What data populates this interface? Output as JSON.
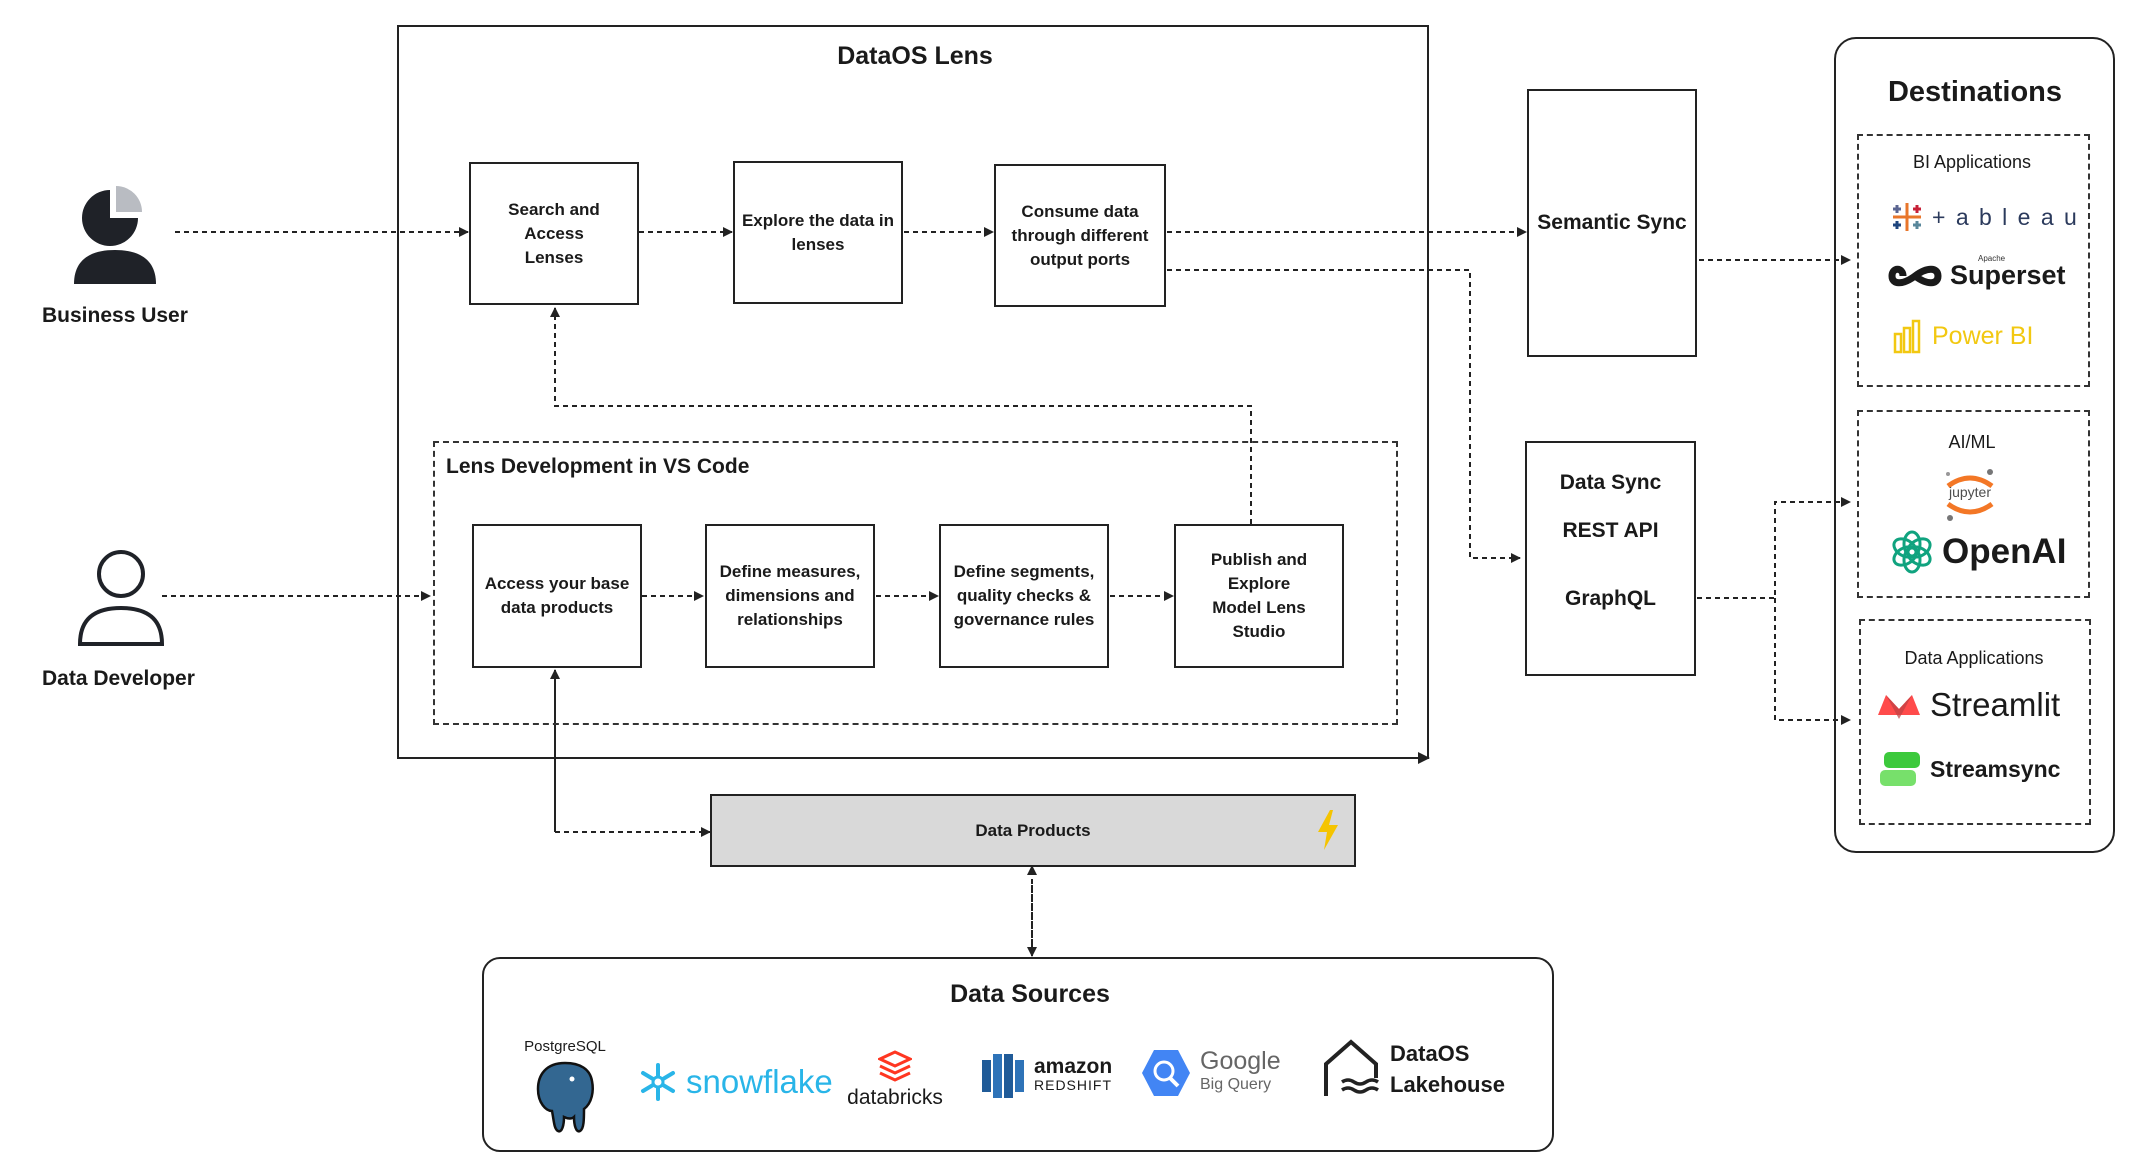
{
  "actors": {
    "business_user": "Business User",
    "data_developer": "Data Developer"
  },
  "lens": {
    "title": "DataOS Lens",
    "consume_flow": [
      "Search and Access\nLenses",
      "Explore the data in\nlenses",
      "Consume data\nthrough different\noutput ports"
    ],
    "dev_title": "Lens Development in VS Code",
    "dev_flow": [
      "Access your base\ndata products",
      "Define measures,\ndimensions and\nrelationships",
      "Define segments,\nquality checks &\ngovernance rules",
      "Publish and Explore\nModel Lens\nStudio"
    ]
  },
  "semantic_sync": "Semantic Sync",
  "data_sync": {
    "title": "Data Sync",
    "items": [
      "REST API",
      "GraphQL"
    ]
  },
  "data_products": "Data Products",
  "data_sources": {
    "title": "Data Sources",
    "items": {
      "postgres": "PostgreSQL",
      "snowflake": "snowflake",
      "databricks": "databricks",
      "redshift_top": "amazon",
      "redshift_bottom": "REDSHIFT",
      "bigquery_top": "Google",
      "bigquery_bottom": "Big Query",
      "lakehouse": "DataOS\nLakehouse"
    }
  },
  "destinations": {
    "title": "Destinations",
    "groups": [
      {
        "label": "BI Applications",
        "items": [
          "+ a b l e a u",
          "Superset",
          "Power BI"
        ],
        "superset_tag": "Apache"
      },
      {
        "label": "AI/ML",
        "items": [
          "jupyter",
          "OpenAI"
        ]
      },
      {
        "label": "Data Applications",
        "items": [
          "Streamlit",
          "Streamsync"
        ]
      }
    ]
  },
  "colors": {
    "line": "#222222",
    "data_products_fill": "#d9d9d9",
    "bolt": "#f5c400",
    "powerbi": "#f2c811",
    "jupyter": "#f37726",
    "streamlit": "#ff4b4b",
    "streamsync": "#3cc93c",
    "snowflake": "#29b5e8",
    "databricks": "#ff3621",
    "redshift": "#205b98",
    "bigquery": "#4285f4",
    "postgres": "#336791"
  }
}
